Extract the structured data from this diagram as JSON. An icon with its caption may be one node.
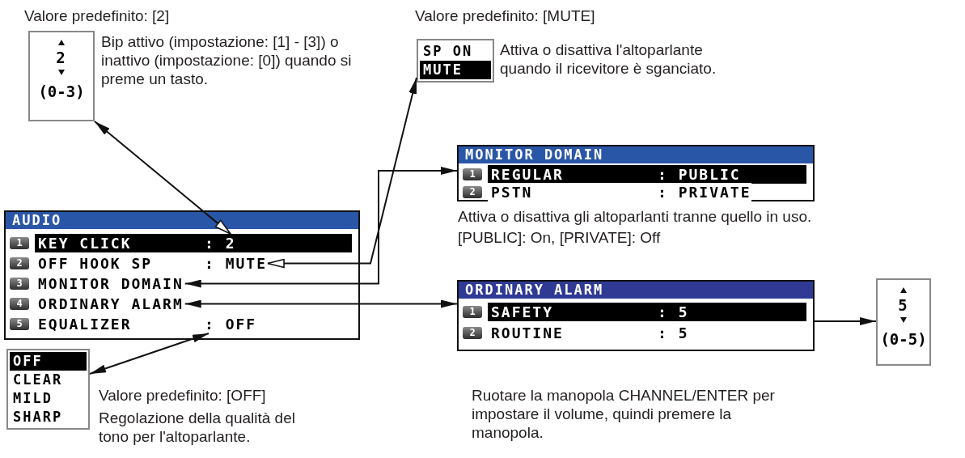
{
  "diagram": {
    "nodes": [
      {
        "text": [
          "AUDIO"
        ]
      },
      {
        "text": [
          "1",
          "KEY CLICK",
          ": 2"
        ],
        "in": 0
      },
      {
        "text": [
          "2",
          "OFF HOOK SP",
          ": MUTE"
        ],
        "in": 0
      },
      {
        "text": [
          "3",
          "MONITOR DOMAIN"
        ],
        "in": 0
      },
      {
        "text": [
          "4",
          "ORDINARY ALARM"
        ],
        "in": 0
      },
      {
        "text": [
          "5",
          "EQUALIZER",
          ": OFF"
        ],
        "in": 0
      },
      {
        "text": [
          "2",
          "(0-3)"
        ],
        "beside": [
          "Valore predefinito: [2]",
          "Bip attivo (impostazione: [1] - [3]) o inattivo (impostazione: [0]) quando si preme un tasto."
        ]
      },
      {
        "text": [
          "SP ON",
          "MUTE"
        ],
        "beside": [
          "Valore predefinito: [MUTE]",
          "Attiva o disattiva l'altoparlante quando il ricevitore è sganciato."
        ]
      },
      {
        "text": [
          "MONITOR DOMAIN"
        ],
        "beside": [
          "Attiva o disattiva gli altoparlanti tranne quello in uso.",
          "[PUBLIC]: On, [PRIVATE]: Off"
        ]
      },
      {
        "text": [
          "1",
          "REGULAR",
          ": PUBLIC"
        ],
        "in": 8
      },
      {
        "text": [
          "2",
          "PSTN",
          ": PRIVATE"
        ],
        "in": 8
      },
      {
        "text": [
          "ORDINARY ALARM"
        ],
        "beside": [
          "Ruotare la manopola CHANNEL/ENTER per impostare il volume, quindi premere la manopola."
        ]
      },
      {
        "text": [
          "1",
          "SAFETY",
          ": 5"
        ],
        "in": 11
      },
      {
        "text": [
          "2",
          "ROUTINE",
          ": 5"
        ],
        "in": 11
      },
      {
        "text": [
          "5",
          "(0-5)"
        ]
      },
      {
        "text": [
          "OFF",
          "CLEAR",
          "MILD",
          "SHARP"
        ],
        "beside": [
          "Valore predefinito: [OFF]",
          "Regolazione della qualità del tono per l'altoparlante."
        ]
      }
    ],
    "edges": [
      {
        "from": 1,
        "to": 6,
        "arrow": "both"
      },
      {
        "from": 2,
        "to": 7,
        "arrow": "both"
      },
      {
        "from": 3,
        "to": 8,
        "arrow": "both"
      },
      {
        "from": 4,
        "to": 11,
        "arrow": "both"
      },
      {
        "from": 11,
        "to": 14,
        "arrow": "to"
      },
      {
        "from": 5,
        "to": 15,
        "arrow": "both"
      }
    ]
  }
}
